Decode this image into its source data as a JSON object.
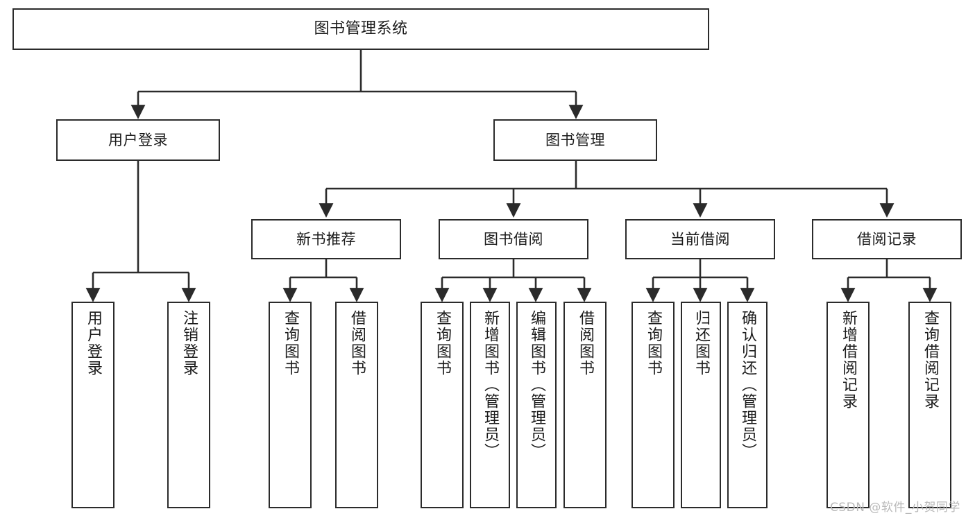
{
  "diagram": {
    "title": "图书管理系统",
    "type": "tree-hierarchy",
    "stroke_color": "#2b2b2b",
    "fill_color": "#ffffff",
    "text_color": "#1b1b1b"
  },
  "nodes": {
    "root": {
      "label": "图书管理系统"
    },
    "level2": [
      {
        "id": "user-login",
        "label": "用户登录"
      },
      {
        "id": "book-manage",
        "label": "图书管理"
      }
    ],
    "level3": [
      {
        "id": "new-book-rec",
        "label": "新书推荐"
      },
      {
        "id": "book-borrow",
        "label": "图书借阅"
      },
      {
        "id": "current-borrow",
        "label": "当前借阅"
      },
      {
        "id": "borrow-record",
        "label": "借阅记录"
      }
    ],
    "leaves": {
      "user-login": [
        {
          "id": "leaf-user-login",
          "label": "用户登录"
        },
        {
          "id": "leaf-logout",
          "label": "注销登录"
        }
      ],
      "new-book-rec": [
        {
          "id": "leaf-query-book-1",
          "label": "查询图书"
        },
        {
          "id": "leaf-borrow-book-1",
          "label": "借阅图书"
        }
      ],
      "book-borrow": [
        {
          "id": "leaf-query-book-2",
          "label": "查询图书"
        },
        {
          "id": "leaf-add-book",
          "label": "新增图书（管理员）"
        },
        {
          "id": "leaf-edit-book",
          "label": "编辑图书（管理员）"
        },
        {
          "id": "leaf-borrow-book-2",
          "label": "借阅图书"
        }
      ],
      "current-borrow": [
        {
          "id": "leaf-query-book-3",
          "label": "查询图书"
        },
        {
          "id": "leaf-return-book",
          "label": "归还图书"
        },
        {
          "id": "leaf-confirm-return",
          "label": "确认归还（管理员）"
        }
      ],
      "borrow-record": [
        {
          "id": "leaf-add-record",
          "label": "新增借阅记录"
        },
        {
          "id": "leaf-query-record",
          "label": "查询借阅记录"
        }
      ]
    }
  },
  "watermark": {
    "text": "CSDN @软件_小贺同学"
  }
}
